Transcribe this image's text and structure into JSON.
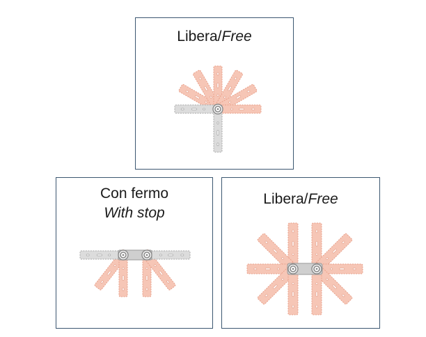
{
  "panels": {
    "top": {
      "title_main": "Libera/",
      "title_italic": "Free"
    },
    "left": {
      "title_main": "Con fermo",
      "title_italic": "With stop"
    },
    "right": {
      "title_main": "Libera/",
      "title_italic": "Free"
    }
  },
  "colors": {
    "frame": "#3b5670",
    "arm_pink_fill": "#f6c6b6",
    "arm_pink_stroke": "#e8a08a",
    "arm_grey_fill": "#dcdcdc",
    "arm_grey_stroke": "#a9a9a9",
    "pivot": "#8a8a8a"
  },
  "icons": {
    "pivot": "hinge-pivot-icon",
    "arm": "hinge-arm-icon"
  }
}
